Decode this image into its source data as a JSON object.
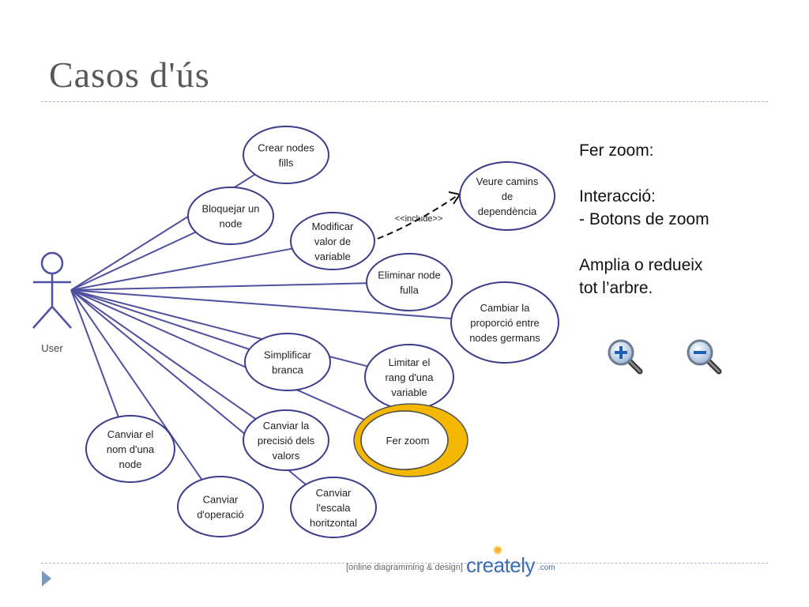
{
  "slide": {
    "title": "Casos d'ús"
  },
  "actor": {
    "label": "User"
  },
  "use_cases": [
    {
      "id": "crear",
      "lines": [
        "Crear nodes",
        "fills"
      ]
    },
    {
      "id": "bloquejar",
      "lines": [
        "Bloquejar un",
        "node"
      ]
    },
    {
      "id": "modificar",
      "lines": [
        "Modificar",
        "valor de",
        "variable"
      ]
    },
    {
      "id": "veure",
      "lines": [
        "Veure camins",
        "de",
        "dependència"
      ]
    },
    {
      "id": "eliminar",
      "lines": [
        "Eliminar node",
        "fulla"
      ]
    },
    {
      "id": "cambiar",
      "lines": [
        "Cambiar la",
        "proporció entre",
        "nodes germans"
      ]
    },
    {
      "id": "simplificar",
      "lines": [
        "Simplificar",
        "branca"
      ]
    },
    {
      "id": "limitar",
      "lines": [
        "Limitar el",
        "rang d'una",
        "variable"
      ]
    },
    {
      "id": "fer-zoom",
      "lines": [
        "Fer zoom"
      ],
      "highlight": "#f5b800"
    },
    {
      "id": "canviar-precisio",
      "lines": [
        "Canviar la",
        "precisió dels",
        "valors"
      ]
    },
    {
      "id": "canviar-nom",
      "lines": [
        "Canviar el",
        "nom d'una",
        "node"
      ]
    },
    {
      "id": "canviar-operacio",
      "lines": [
        "Canviar",
        "d'operació"
      ]
    },
    {
      "id": "canviar-escala",
      "lines": [
        "Canviar",
        "l'escala",
        "horitzontal"
      ]
    }
  ],
  "include_label": "<<include>>",
  "description": {
    "heading": "Fer zoom:",
    "interaction_label": "Interacció:",
    "interaction_item": "- Botons de zoom",
    "summary_line1": "Amplia o redueix",
    "summary_line2": "tot l’arbre."
  },
  "zoom_buttons": {
    "in_icon": "zoom-in-icon",
    "out_icon": "zoom-out-icon"
  },
  "footer": {
    "tagline": "[online diagramming & design]",
    "brand": "creately",
    "suffix": ".com"
  },
  "colors": {
    "ellipse_stroke": "#3c3c8c",
    "line": "#5050a0",
    "highlight": "#f5b800",
    "text": "#222222"
  }
}
